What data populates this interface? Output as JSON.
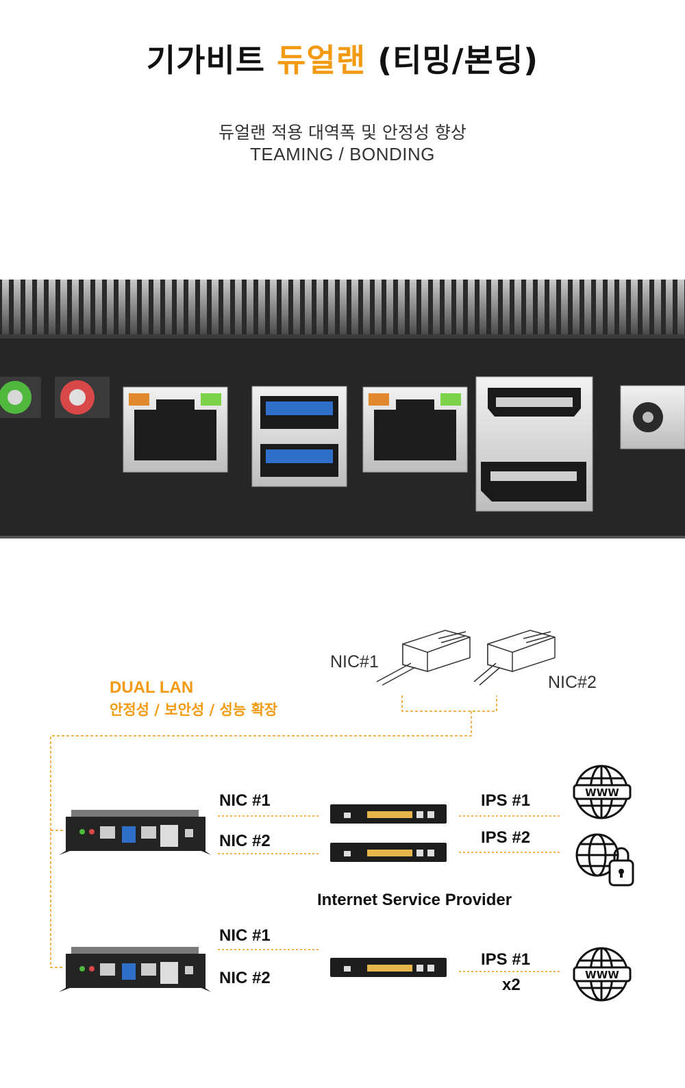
{
  "header": {
    "title_part1": "기가비트",
    "title_accent": "듀얼랜",
    "title_part2": "(티밍/본딩)",
    "subtitle_ko": "듀얼랜 적용 대역폭 및 안정성 향상",
    "subtitle_en": "TEAMING / BONDING"
  },
  "diagram": {
    "nic1_cable_label": "NIC#1",
    "nic2_cable_label": "NIC#2",
    "dual_lan_title": "DUAL LAN",
    "dual_lan_benefits": "안정성  /  보안성  / 성능 확장",
    "group1": {
      "nic1": "NIC #1",
      "nic2": "NIC #2",
      "ips1": "IPS #1",
      "ips2": "IPS #2"
    },
    "isp_title": "Internet Service Provider",
    "group2": {
      "nic1": "NIC #1",
      "nic2": "NIC #2",
      "ips1": "IPS #1",
      "multiplier": "x2"
    },
    "www_label": "WWW",
    "icons": [
      "globe-www-icon",
      "secure-globe-lock-icon",
      "mini-pc-icon",
      "router-icon",
      "rj45-plug-icon"
    ]
  },
  "colors": {
    "accent": "#f39a12",
    "chassis": "#262626",
    "usb_blue": "#2f6fc9"
  }
}
